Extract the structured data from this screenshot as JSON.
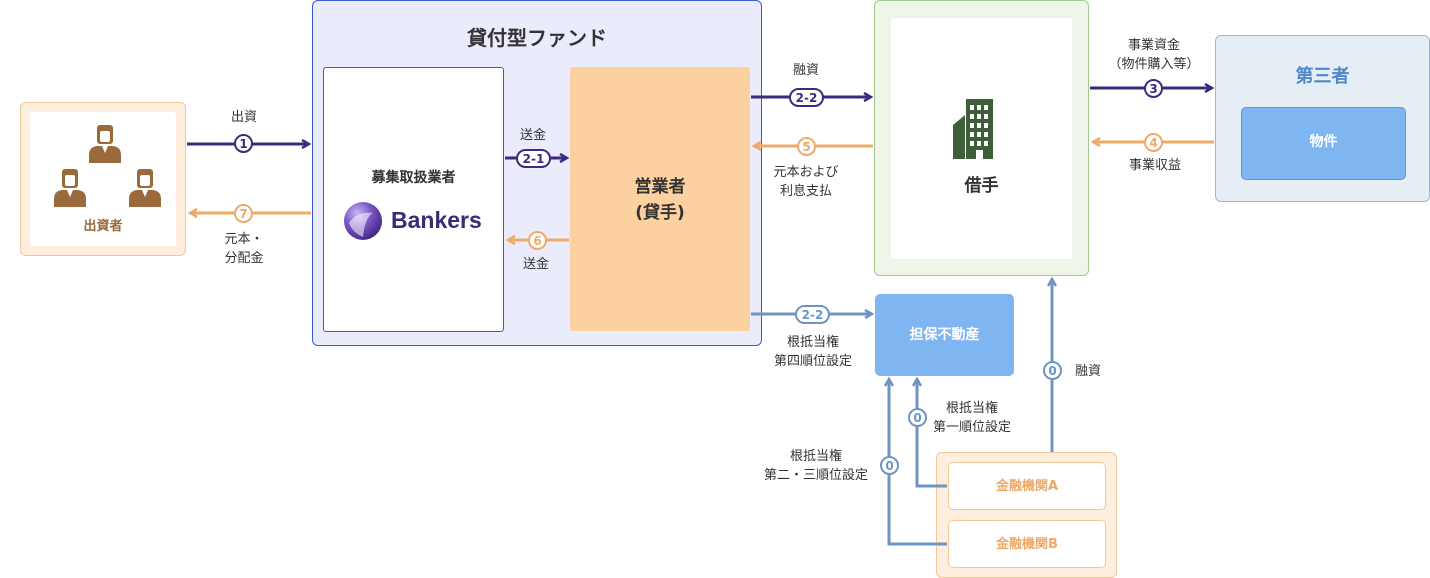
{
  "fund": {
    "title": "貸付型ファンド"
  },
  "broker": {
    "title": "募集取扱業者",
    "logo_text": "Bankers"
  },
  "lender": {
    "line1": "営業者",
    "line2": "(貸手)"
  },
  "investor": {
    "label": "出資者"
  },
  "borrower": {
    "label": "借手"
  },
  "third_party": {
    "title": "第三者",
    "property": "物件"
  },
  "collateral": {
    "label": "担保不動産"
  },
  "banks": {
    "a": "金融機関A",
    "b": "金融機関B"
  },
  "flows": {
    "f1": {
      "badge": "1",
      "label": "出資"
    },
    "f7": {
      "badge": "7",
      "line1": "元本・",
      "line2": "分配金"
    },
    "f21": {
      "badge": "2-1",
      "label": "送金"
    },
    "f6": {
      "badge": "6",
      "label": "送金"
    },
    "f22_loan": {
      "badge": "2-2",
      "label": "融資"
    },
    "f5": {
      "badge": "5",
      "line1": "元本および",
      "line2": "利息支払"
    },
    "f22_lien": {
      "badge": "2-2",
      "line1": "根抵当権",
      "line2": "第四順位設定"
    },
    "f3": {
      "badge": "3",
      "line1": "事業資金",
      "line2": "（物件購入等）"
    },
    "f4": {
      "badge": "4",
      "label": "事業収益"
    },
    "f0_loan": {
      "badge": "0",
      "label": "融資"
    },
    "f0_first": {
      "badge": "0",
      "line1": "根抵当権",
      "line2": "第一順位設定"
    },
    "f0_second": {
      "badge": "0",
      "line1": "根抵当権",
      "line2": "第二・三順位設定"
    }
  },
  "colors": {
    "purple": "#3d2a7d",
    "orange": "#eeaa6a",
    "blue": "#6e94c2",
    "building_green": "#3f5e3a"
  },
  "icons": {
    "investor": "person-icon",
    "borrower": "building-icon",
    "logo": "bankers-logo-icon"
  }
}
